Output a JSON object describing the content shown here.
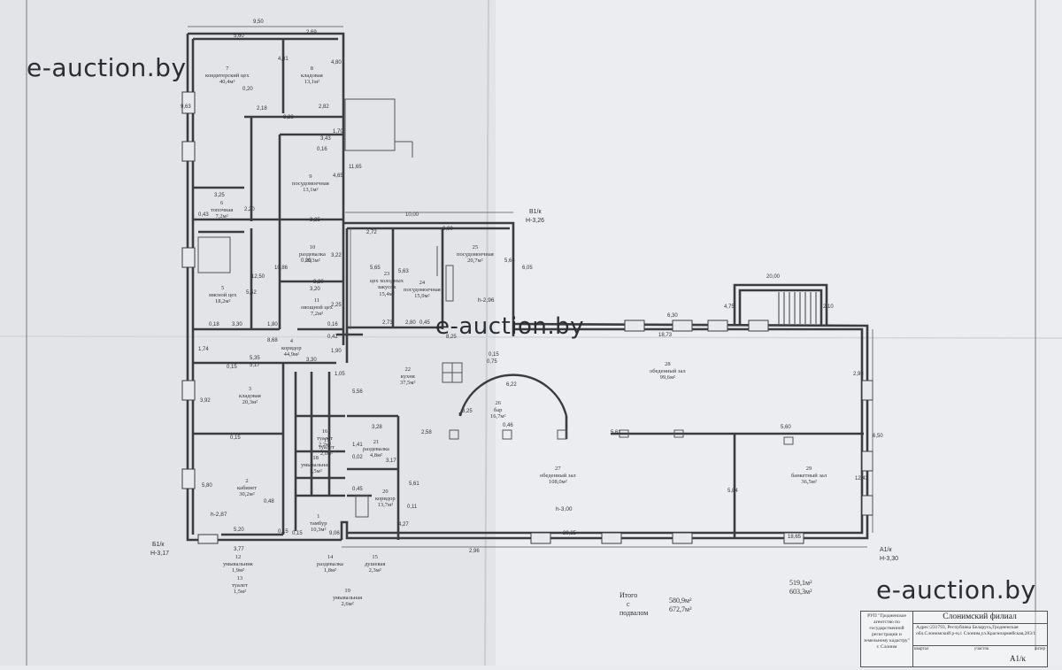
{
  "watermarks": [
    "e-auction.by",
    "e-auction.by",
    "e-auction.by"
  ],
  "rooms": [
    {
      "num": "7",
      "name": "кондитерский цех",
      "area": "40,4м²"
    },
    {
      "num": "8",
      "name": "кладовая",
      "area": "13,1м²"
    },
    {
      "num": "9",
      "name": "посудомоечная",
      "area": "13,1м²"
    },
    {
      "num": "6",
      "name": "топочная",
      "area": "7,2м²"
    },
    {
      "num": "10",
      "name": "раздевалка",
      "area": "10,3м²"
    },
    {
      "num": "5",
      "name": "мясной цех",
      "area": "18,2м²"
    },
    {
      "num": "11",
      "name": "овощной цех",
      "area": "7,2м²"
    },
    {
      "num": "23",
      "name": "цех холодных закусок",
      "area": "15,4м²"
    },
    {
      "num": "24",
      "name": "посудомоечная",
      "area": "15,9м²"
    },
    {
      "num": "25",
      "name": "посудомоечная",
      "area": "20,7м²"
    },
    {
      "num": "4",
      "name": "коридор",
      "area": "44,9м²"
    },
    {
      "num": "22",
      "name": "кухня",
      "area": "37,5м²"
    },
    {
      "num": "3",
      "name": "кладовая",
      "area": "20,3м²"
    },
    {
      "num": "26",
      "name": "бар",
      "area": "16,7м²"
    },
    {
      "num": "28",
      "name": "обеденный зал",
      "area": "99,6м²"
    },
    {
      "num": "21",
      "name": "раздевалка",
      "area": "4,8м²"
    },
    {
      "num": "2",
      "name": "кабинет",
      "area": "30,2м²"
    },
    {
      "num": "20",
      "name": "коридор",
      "area": "13,7м²"
    },
    {
      "num": "27",
      "name": "обеденный зал",
      "area": "108,0м²"
    },
    {
      "num": "29",
      "name": "банкетный зал",
      "area": "36,5м²"
    },
    {
      "num": "1",
      "name": "тамбур",
      "area": "10,3м²"
    },
    {
      "num": "12",
      "name": "умывальник",
      "area": "1,9м²"
    },
    {
      "num": "13",
      "name": "туалет",
      "area": "1,5м²"
    },
    {
      "num": "14",
      "name": "раздевалка",
      "area": "1,8м²"
    },
    {
      "num": "15",
      "name": "душевая",
      "area": "2,3м²"
    },
    {
      "num": "19",
      "name": "умывальная",
      "area": "2,6м²"
    },
    {
      "num": "16",
      "name": "туалет",
      "area": "2,2м²"
    },
    {
      "num": "17",
      "name": "туалет",
      "area": "2,0м²"
    },
    {
      "num": "18",
      "name": "умывальная",
      "area": "1,5м²"
    }
  ],
  "dimensions": [
    "9,50",
    "5,60",
    "2,69",
    "4,81",
    "4,80",
    "0,20",
    "2,18",
    "2,82",
    "3,23",
    "1,70",
    "3,43",
    "0,16",
    "9,63",
    "11,65",
    "4,65",
    "3,25",
    "2,20",
    "0,43",
    "3,25",
    "10,00",
    "6,60",
    "2,72",
    "0,20",
    "3,20",
    "3,20",
    "5,65",
    "5,63",
    "5,64",
    "6,05",
    "10,86",
    "12,50",
    "5,52",
    "3,22",
    "2,25",
    "0,16",
    "0,42",
    "0,18",
    "3,30",
    "1,80",
    "8,68",
    "2,73",
    "2,80",
    "0,45",
    "8,25",
    "1,74",
    "5,35",
    "5,17",
    "0,15",
    "3,30",
    "1,90",
    "1,05",
    "5,56",
    "3,92",
    "0,15",
    "3,28",
    "2,58",
    "5,61",
    "3,17",
    "0,02",
    "0,15",
    "0,45",
    "0,11",
    "4,27",
    "5,80",
    "5,20",
    "0,15",
    "3,77",
    "9,06",
    "0,48",
    "2,96",
    "29,25",
    "18,65",
    "6,30",
    "18,73",
    "20,00",
    "4,75",
    "2,10",
    "2,98",
    "5,60",
    "6,50",
    "12,43",
    "5,84",
    "5,61",
    "0,46",
    "6,22",
    "3,25",
    "0,15",
    "0,75",
    "1,41"
  ],
  "heights": [
    "h-2,96",
    "h-2,87",
    "h-3,00"
  ],
  "axis_marks": [
    "В1/к",
    "Н-3,26",
    "Б1/к",
    "Н-3,17",
    "А1/к",
    "Н-3,30"
  ],
  "totals": {
    "label_l1": "Итого",
    "label_l2": "с",
    "label_l3": "подвалом",
    "value_a1": "580,9м²",
    "value_a2": "672,7м²",
    "value_b1": "519,1м²",
    "value_b2": "603,3м²"
  },
  "stamp": {
    "org": "РУП \"Гродненское агентство по государственной регистрации и земельному кадастру\" г. Слоним",
    "branch": "Слонимский филиал",
    "address": "Адрес:231793, Республика Беларусь,Гродненская обл.Слонимский р-н,г. Слоним,ул.Красноармейская,283/1",
    "col1": "квартал",
    "col2": "участок",
    "col3": "литер",
    "sheet": "А1/к"
  }
}
